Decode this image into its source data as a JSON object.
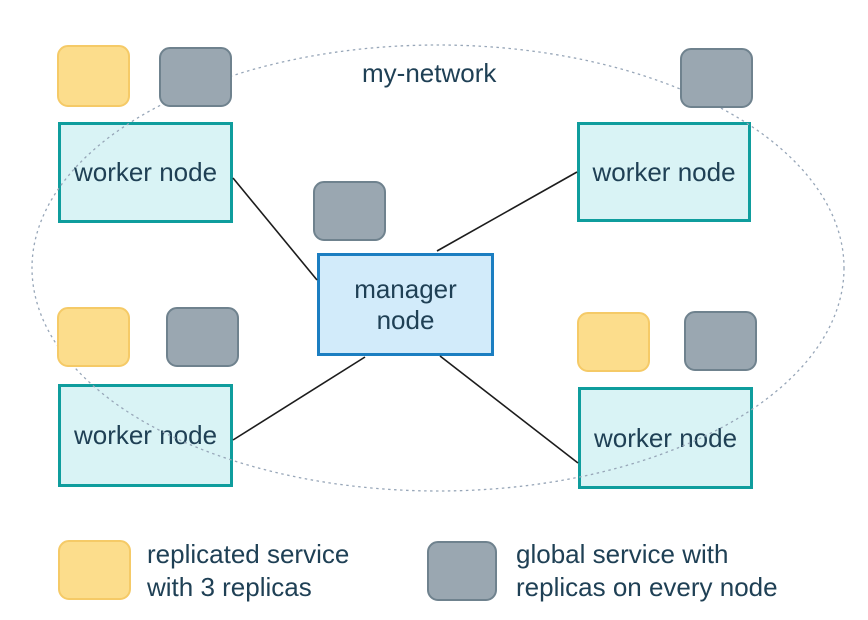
{
  "diagram": {
    "network_label": "my-network",
    "manager_node": {
      "lines": [
        "manager",
        "node"
      ]
    },
    "worker_nodes": [
      {
        "label": "worker node"
      },
      {
        "label": "worker node"
      },
      {
        "label": "worker node"
      },
      {
        "label": "worker node"
      }
    ]
  },
  "legend": {
    "replicated": {
      "lines": [
        "replicated service",
        "with 3 replicas"
      ]
    },
    "global": {
      "lines": [
        "global service with",
        "replicas on every node"
      ]
    }
  },
  "icons": {
    "replicated_service": "yellow-rounded-square",
    "global_service": "gray-rounded-square"
  },
  "colors": {
    "worker-fill": "#d9f3f5",
    "worker-border": "#0f9d9d",
    "manager-fill": "#d2ebfa",
    "manager-border": "#1b7ec1",
    "replicated-fill": "#fcdd8c",
    "replicated-border": "#f5ca67",
    "global-fill": "#9aa7b1",
    "global-border": "#6f828e",
    "text-color": "#1f4055",
    "dash-color": "#97a6b8",
    "link-color": "#1c1c1c"
  }
}
